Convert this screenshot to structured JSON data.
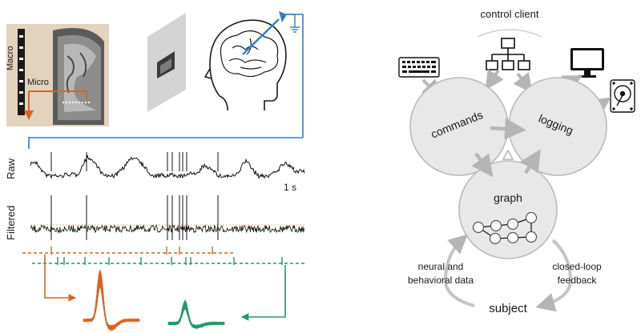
{
  "left_panel": {
    "mri": {
      "macro_label": "Macro",
      "micro_label": "Micro"
    },
    "traces": {
      "raw_label": "Raw",
      "filtered_label": "Filtered",
      "scale_label": "1 s"
    },
    "colors": {
      "orange": "#d9651e",
      "green": "#1f9a68",
      "blue": "#2c7fc8"
    }
  },
  "right_panel": {
    "control_client_label": "control client",
    "commands_label": "commands",
    "logging_label": "logging",
    "graph_label": "graph",
    "subject_label": "subject",
    "neural_data_label_line1": "neural and",
    "neural_data_label_line2": "behavioral data",
    "feedback_label_line1": "closed-loop",
    "feedback_label_line2": "feedback",
    "icons": [
      "keyboard-icon",
      "network-icon",
      "monitor-icon",
      "hard-drive-icon"
    ],
    "colors": {
      "circle_fill": "#e8e8e8",
      "circle_stroke": "#b9b9b9",
      "arrow": "#b7b7b7"
    }
  }
}
